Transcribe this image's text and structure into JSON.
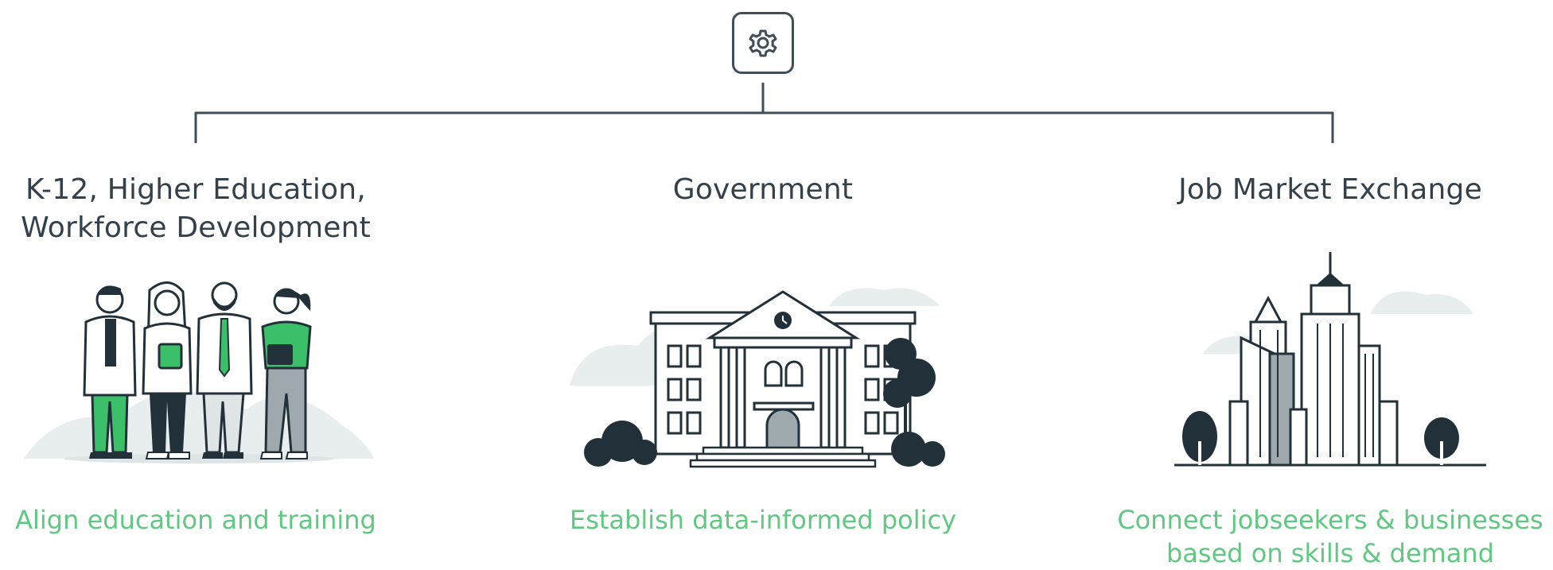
{
  "hub": {
    "icon": "gear-icon"
  },
  "colors": {
    "line": "#3f4e59",
    "title_text": "#34414a",
    "caption_green": "#5fc981",
    "accent_green": "#3bbf68",
    "cloud": "#e6ebeb",
    "dark": "#22303a"
  },
  "columns": [
    {
      "title_line1": "K-12, Higher Education,",
      "title_line2": "Workforce Development",
      "illustration": "people-illustration",
      "caption_line1": "Align education and training",
      "caption_line2": ""
    },
    {
      "title_line1": "Government",
      "title_line2": "",
      "illustration": "government-building-illustration",
      "caption_line1": "Establish data-informed policy",
      "caption_line2": ""
    },
    {
      "title_line1": "Job Market Exchange",
      "title_line2": "",
      "illustration": "city-skyline-illustration",
      "caption_line1": "Connect jobseekers & businesses",
      "caption_line2": "based on skills & demand"
    }
  ]
}
